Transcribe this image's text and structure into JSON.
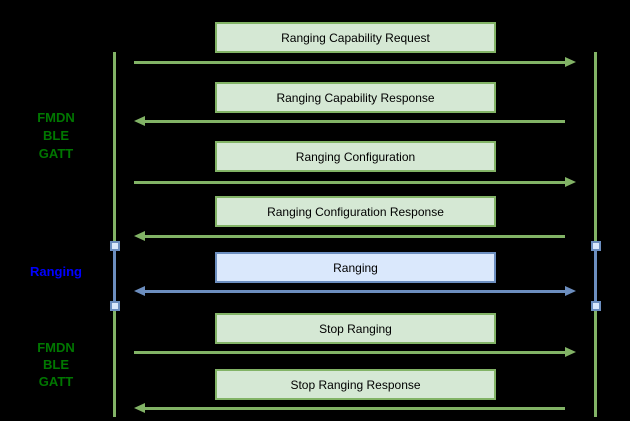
{
  "diagram": {
    "type": "sequence-diagram",
    "background": "#000000",
    "colors": {
      "green_fill": "#d5e8d4",
      "green_stroke": "#82b366",
      "blue_fill": "#dae8fc",
      "blue_stroke": "#6c8ebf",
      "node_fill": "#dae8fc",
      "label_green": "#007700",
      "label_blue": "#0000ff",
      "box_text": "#000000"
    },
    "side_labels": [
      {
        "id": "fmdn-ble-gatt-top",
        "lines": [
          "FMDN",
          "BLE",
          "GATT"
        ],
        "color": "green"
      },
      {
        "id": "ranging",
        "lines": [
          "Ranging"
        ],
        "color": "blue"
      },
      {
        "id": "fmdn-ble-gatt-bottom",
        "lines": [
          "FMDN",
          "BLE",
          "GATT"
        ],
        "color": "green"
      }
    ],
    "messages": [
      {
        "label": "Ranging Capability Request",
        "direction": "right",
        "style": "green"
      },
      {
        "label": "Ranging Capability Response",
        "direction": "left",
        "style": "green"
      },
      {
        "label": "Ranging Configuration",
        "direction": "right",
        "style": "green"
      },
      {
        "label": "Ranging Configuration Response",
        "direction": "left",
        "style": "green"
      },
      {
        "label": "Ranging",
        "direction": "both",
        "style": "blue"
      },
      {
        "label": "Stop Ranging",
        "direction": "right",
        "style": "green"
      },
      {
        "label": "Stop Ranging Response",
        "direction": "left",
        "style": "green"
      }
    ],
    "lifelines": [
      {
        "side": "left"
      },
      {
        "side": "right"
      }
    ]
  }
}
